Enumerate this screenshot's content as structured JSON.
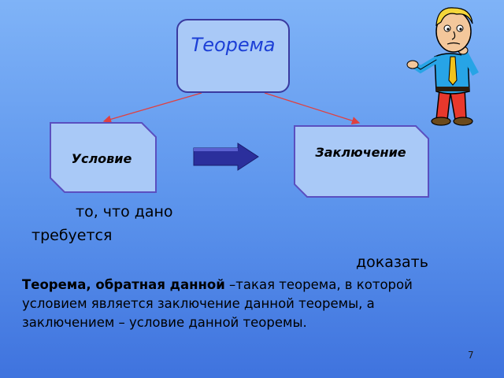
{
  "diagram": {
    "top_box": "Теорема",
    "left_box": "Условие",
    "right_box": "Заключение"
  },
  "notes": {
    "condition_desc": "то, что дано",
    "conclusion_desc_line1": "требуется",
    "conclusion_desc_line2": "доказать"
  },
  "definition": {
    "term": "Теорема, обратная данной",
    "text": " –такая теорема, в которой условием является заключение данной теоремы, а заключением – условие данной теоремы."
  },
  "slide_number": "7",
  "colors": {
    "accent_text": "#1c3fd6",
    "arrow": "#2b2f9c",
    "box_fill": "#a9c9f7",
    "box_border": "#5a4fc0",
    "connector": "#e04040"
  },
  "icons": {
    "implication": "right-arrow-icon",
    "illustration": "thinking-man-icon"
  }
}
